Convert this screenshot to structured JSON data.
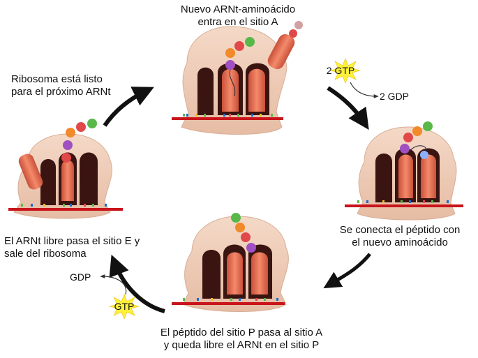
{
  "captions": {
    "top": [
      "Nuevo ARNt-aminoácido",
      "entra en el sitio A"
    ],
    "right": [
      "Se conecta el péptido con",
      "el nuevo aminoácido"
    ],
    "bottom": [
      "El péptido del sitio P pasa al sitio A",
      "y queda libre el ARNt en el sitio P"
    ],
    "left": [
      "El ARNt libre pasa el sitio E y",
      "sale del ribosoma"
    ],
    "top_left": [
      "Ribosoma está listo",
      "para el próximo ARNt"
    ]
  },
  "energy": {
    "gtp_top": "2 GTP",
    "gdp_top": "2 GDP",
    "gtp_bottom": "GTP",
    "gdp_bottom": "GDP"
  },
  "colors": {
    "ribosome": "#efcdb8",
    "ribosome_edge": "#d6ab92",
    "site_dark": "#3a1410",
    "trna": "#e8765a",
    "mrna": "#c8141a",
    "star": "#fff13a",
    "amino": [
      "#a050c0",
      "#e0484a",
      "#f08a2a",
      "#58b848"
    ]
  }
}
